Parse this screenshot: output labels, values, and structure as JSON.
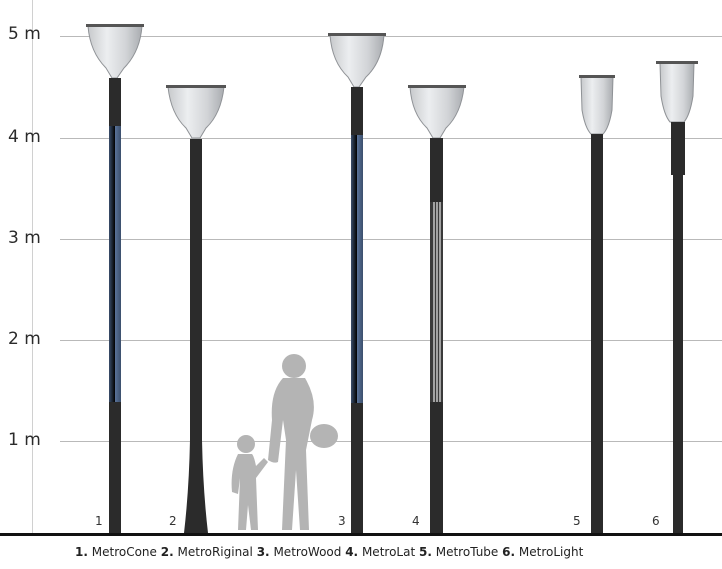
{
  "axis": {
    "ticks": [
      "1 m",
      "2 m",
      "3 m",
      "4 m",
      "5 m"
    ]
  },
  "poles": [
    {
      "number": "1",
      "name": "MetroCone",
      "height_m": 5.1,
      "finish": "blue"
    },
    {
      "number": "2",
      "name": "MetroRiginal",
      "height_m": 4.5,
      "finish": "dark"
    },
    {
      "number": "3",
      "name": "MetroWood",
      "height_m": 5.0,
      "finish": "blue"
    },
    {
      "number": "4",
      "name": "MetroLat",
      "height_m": 4.5,
      "finish": "slatted"
    },
    {
      "number": "5",
      "name": "MetroTube",
      "height_m": 4.6,
      "finish": "dark"
    },
    {
      "number": "6",
      "name": "MetroLight",
      "height_m": 4.7,
      "finish": "dark"
    }
  ],
  "legend": [
    {
      "num": "1.",
      "name": "MetroCone"
    },
    {
      "num": "2.",
      "name": "MetroRiginal"
    },
    {
      "num": "3.",
      "name": "MetroWood"
    },
    {
      "num": "4.",
      "name": "MetroLat"
    },
    {
      "num": "5.",
      "name": "MetroTube"
    },
    {
      "num": "6.",
      "name": "MetroLight"
    }
  ],
  "colors": {
    "pole": "#2b2b2b",
    "blue": "#4b6386",
    "cone": "#d7d9dc",
    "silhouette": "#b4b4b4"
  }
}
